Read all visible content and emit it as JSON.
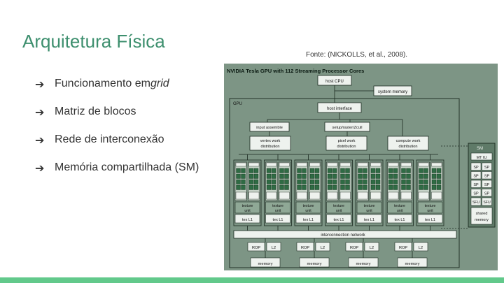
{
  "slide": {
    "title": "Arquitetura Física",
    "source": "Fonte: (NICKOLLS, et al., 2008).",
    "bullets": [
      {
        "text": "Funcionamento em ",
        "italic": "grid"
      },
      {
        "text": "Matriz de blocos",
        "italic": ""
      },
      {
        "text": "Rede de interconexão",
        "italic": ""
      },
      {
        "text": "Memória compartilhada (SM)",
        "italic": ""
      }
    ]
  },
  "figure": {
    "header": "NVIDIA Tesla GPU with 112 Streaming Processor Cores",
    "host_cpu": "host CPU",
    "system_memory": "system memory",
    "gpu_label": "GPU",
    "host_interface": "host interface",
    "input_assemble": "input assemble",
    "setup_raster": "setup/raster/Zcull",
    "vertex_work_1": "vertex work",
    "vertex_work_2": "distribution",
    "pixel_work_1": "pixel work",
    "pixel_work_2": "distribution",
    "compute_work_1": "compute work",
    "compute_work_2": "distribution",
    "texture_unit_1": "texture",
    "texture_unit_2": "unit",
    "tex_l1": "tex L1",
    "interconnect": "interconnection network",
    "rop": "ROP",
    "l2": "L2",
    "memory": "memory",
    "sm_label": "SM",
    "mt_iu": "MT IU",
    "sp": "SP",
    "sfu": "SFU",
    "shared_memory_1": "shared",
    "shared_memory_2": "memory"
  },
  "colors": {
    "title": "#3d8f6e",
    "figure_bg": "#7d9585",
    "bottom_bar": "#62c98b"
  }
}
